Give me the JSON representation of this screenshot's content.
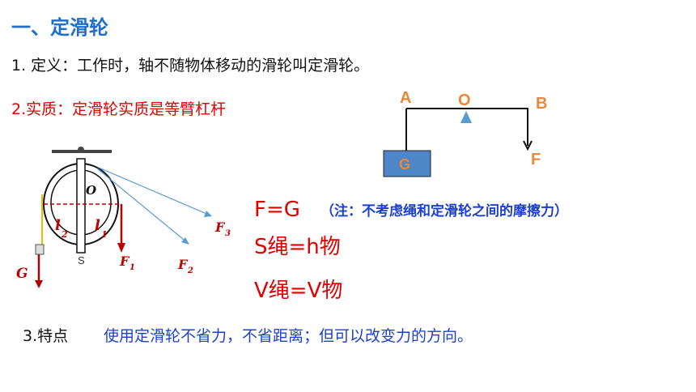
{
  "title": "一、定滑轮",
  "definition": "1. 定义：工作时，轴不随物体移动的滑轮叫定滑轮。",
  "essence": "2.实质：定滑轮实质是等臂杠杆",
  "lever": {
    "A": "A",
    "O": "O",
    "B": "B",
    "G": "G",
    "F": "F"
  },
  "pulley": {
    "O": "O",
    "l2": "l",
    "l2_sub": "2",
    "l1": "l",
    "l1_sub": "1",
    "F1": "F",
    "F1_sub": "1",
    "F2": "F",
    "F2_sub": "2",
    "F3": "F",
    "F3_sub": "3",
    "G": "G",
    "S": "S"
  },
  "formulas": {
    "f_eq": "F=G",
    "note": "（注：不考虑绳和定滑轮之间的摩擦力）",
    "s_eq": "S绳=h物",
    "v_eq": "V绳=V物"
  },
  "features": {
    "label": "3.特点",
    "text": "使用定滑轮不省力，不省距离；但可以改变力的方向。"
  },
  "colors": {
    "title_blue": "#1f6fc9",
    "red": "#e00000",
    "note_blue": "#1c3fd1",
    "orange": "#e8883a",
    "box_blue": "#4e86c8",
    "arrow_blue": "#5b9bd5"
  }
}
